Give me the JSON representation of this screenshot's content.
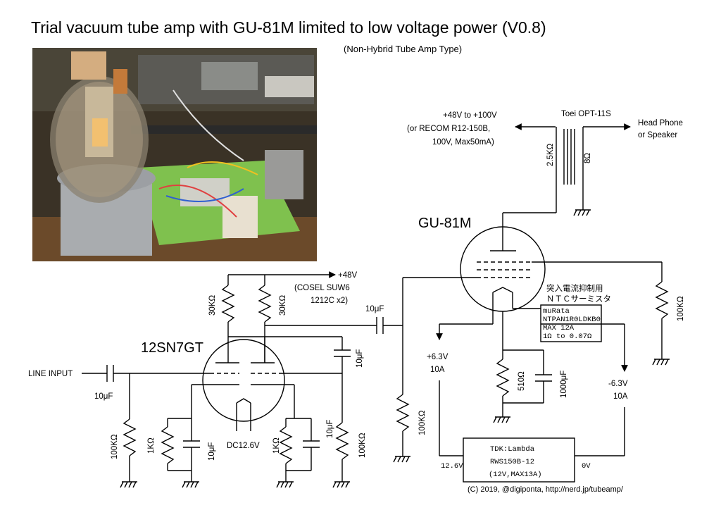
{
  "title": "Trial vacuum tube amp with GU-81M limited to low voltage power (V0.8)",
  "subtitle": "(Non-Hybrid Tube Amp Type)",
  "credit": "(C) 2019, @digiponta, http://nerd.jp/tubeamp/",
  "photo": {
    "description_icon": "photo-of-tube-amp-prototype"
  },
  "supply": {
    "line1": "+48V to +100V",
    "line2": "(or RECOM R12-150B,",
    "line3": "100V, Max50mA)"
  },
  "transformer": {
    "name": "Toei OPT-11S",
    "primary": "2.5KΩ",
    "secondary": "8Ω"
  },
  "output": {
    "line1": "Head Phone",
    "line2": "or Speaker"
  },
  "tube_main": "GU-81M",
  "tube_driver": "12SN7GT",
  "driver_supply": {
    "voltage": "+48V",
    "line1": "(COSEL SUW6",
    "line2": "1212C x2)"
  },
  "coupling_cap": "10μF",
  "input": {
    "label": "LINE INPUT",
    "cap": "10μF"
  },
  "resistors": {
    "plate1": "30KΩ",
    "plate2": "30KΩ",
    "grid_in": "100KΩ",
    "cath1": "1KΩ",
    "cath2": "1KΩ",
    "grid2": "100KΩ",
    "gu81_grid": "100KΩ",
    "gu81_g2": "100KΩ",
    "gu81_cath": "510Ω"
  },
  "capacitors": {
    "bypass1": "10μF",
    "bypass2": "10μF",
    "link": "10μF",
    "gu81_cath": "1000μF"
  },
  "heater": {
    "driver": "DC12.6V",
    "pos": "+6.3V",
    "pos_a": "10A",
    "neg": "-6.3V",
    "neg_a": "10A"
  },
  "ntc": {
    "title1": "突入電流抑制用",
    "title2": "ＮＴＣサーミスタ",
    "line1": "muRata",
    "line2": "NTPAN1R0LDKB0",
    "line3": "MAX 12A",
    "line4": "1Ω to 0.07Ω"
  },
  "psu": {
    "line1": "TDK:Lambda",
    "line2": "RWS150B-12",
    "line3": "(12V,MAX13A)",
    "left": "12.6V",
    "right": "0V"
  }
}
